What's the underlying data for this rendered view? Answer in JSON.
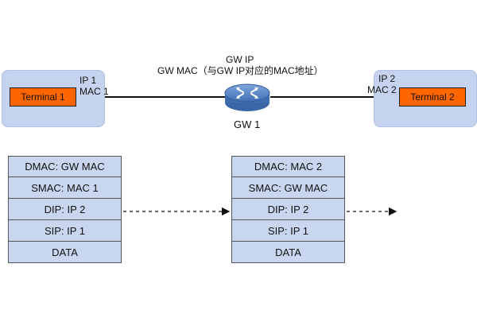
{
  "gateway": {
    "ip_label": "GW IP",
    "mac_label": "GW MAC（与GW IP对应的MAC地址）",
    "name": "GW 1"
  },
  "left": {
    "terminal": "Terminal 1",
    "ip": "IP 1",
    "mac": "MAC 1"
  },
  "right": {
    "terminal": "Terminal 2",
    "ip": "IP 2",
    "mac": "MAC 2"
  },
  "frame_before_gw": [
    "DMAC: GW MAC",
    "SMAC: MAC 1",
    "DIP: IP 2",
    "SIP: IP 1",
    "DATA"
  ],
  "frame_after_gw": [
    "DMAC: MAC 2",
    "SMAC: GW MAC",
    "DIP: IP 2",
    "SIP: IP 1",
    "DATA"
  ],
  "colors": {
    "zone": "#c6d3ee",
    "terminal": "#ff6600",
    "frame_row": "#c8d6f0",
    "router": "#5b86c4"
  },
  "icons": {
    "router": "router-icon"
  }
}
